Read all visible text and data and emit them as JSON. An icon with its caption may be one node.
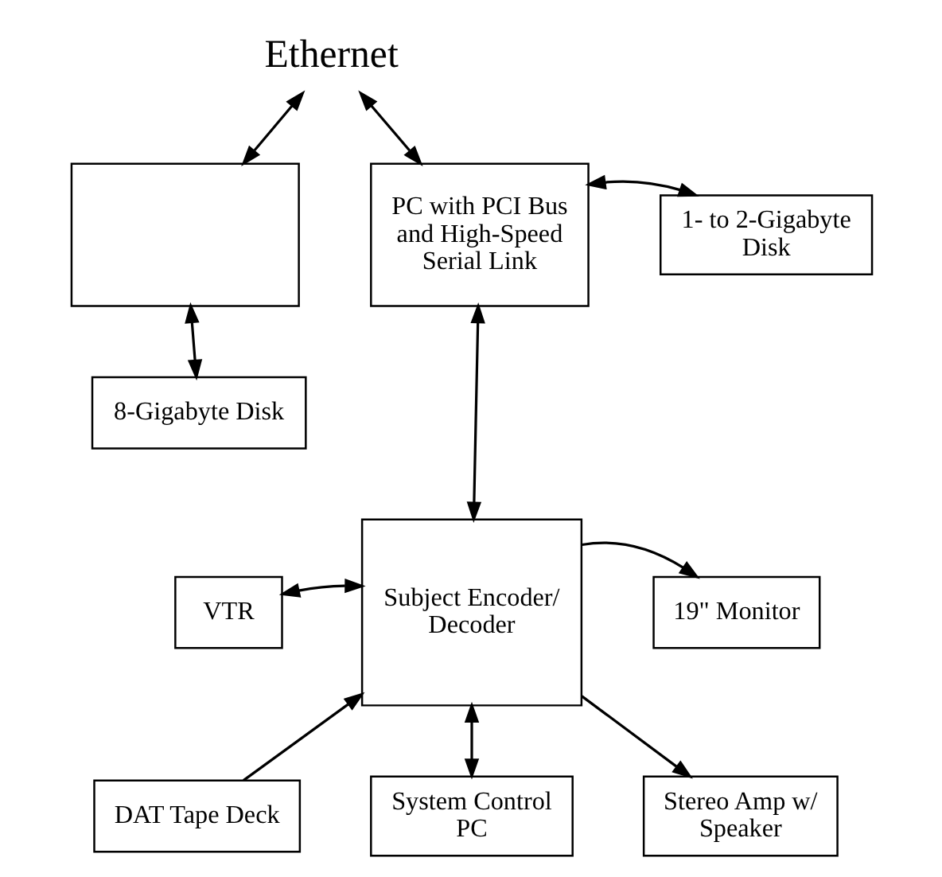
{
  "diagram": {
    "nodes": [
      {
        "text": [
          "Ethernet"
        ]
      },
      {
        "text": [],
        "shape": "box"
      },
      {
        "text": [
          "PC with PCI Bus and High-Speed Serial Link"
        ]
      },
      {
        "text": [
          "1- to 2-Gigabyte Disk"
        ]
      },
      {
        "text": [
          "8-Gigabyte Disk"
        ]
      },
      {
        "text": [
          "VTR"
        ]
      },
      {
        "text": [
          "Subject Encoder/ Decoder"
        ]
      },
      {
        "text": [
          "19\" Monitor"
        ]
      },
      {
        "text": [
          "DAT Tape Deck"
        ]
      },
      {
        "text": [
          "Stereo Amp w/ Speaker"
        ]
      },
      {
        "text": [
          "System Control PC"
        ]
      }
    ],
    "edges": [
      {
        "from": 0,
        "to": 1,
        "arrow": "both"
      },
      {
        "from": 0,
        "to": 2,
        "arrow": "both"
      },
      {
        "from": 2,
        "to": 3,
        "arrow": "both"
      },
      {
        "from": 1,
        "to": 4,
        "arrow": "both"
      },
      {
        "from": 2,
        "to": 6,
        "arrow": "both"
      },
      {
        "from": 5,
        "to": 6,
        "arrow": "both"
      },
      {
        "from": 6,
        "to": 7,
        "arrow": "to"
      },
      {
        "from": 8,
        "to": 6,
        "arrow": "to"
      },
      {
        "from": 6,
        "to": 9,
        "arrow": "to"
      },
      {
        "from": 6,
        "to": 10,
        "arrow": "both"
      }
    ]
  }
}
